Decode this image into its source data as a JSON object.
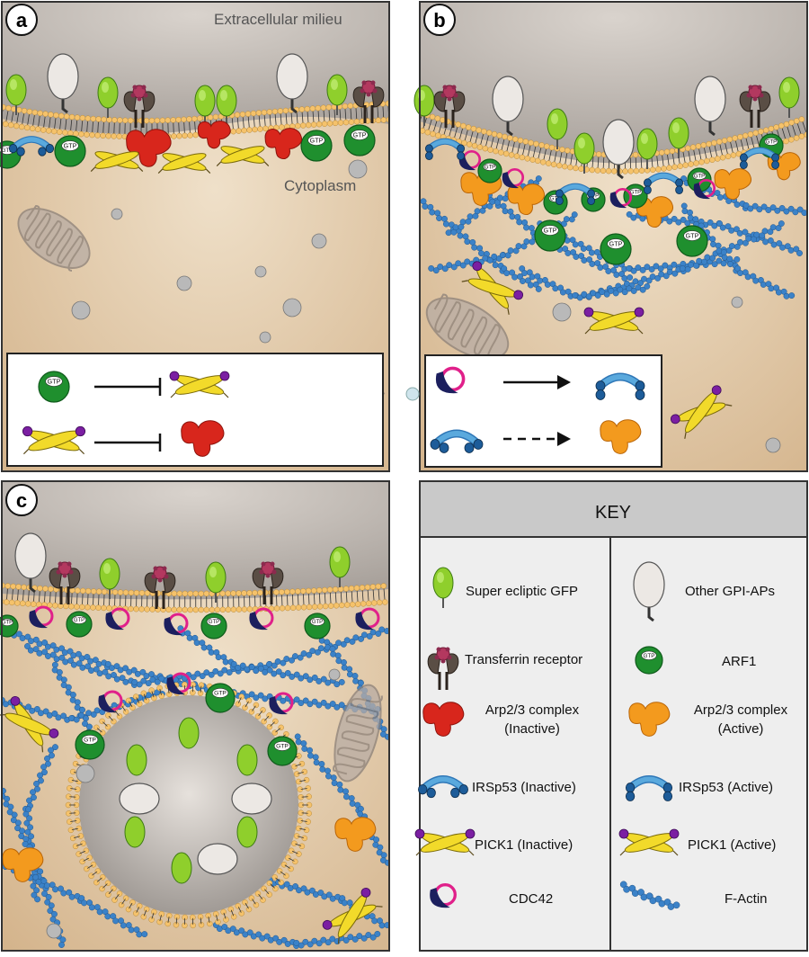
{
  "panels": [
    {
      "letter": "a",
      "labels": {
        "top": "Extracellular milieu",
        "bottom": "Cytoplasm"
      }
    },
    {
      "letter": "b"
    },
    {
      "letter": "c"
    }
  ],
  "molecule_text": {
    "gtp": "GTP"
  },
  "key": {
    "title": "KEY",
    "left": [
      {
        "label": "Super ecliptic GFP",
        "icon": "gfp-icon"
      },
      {
        "label": "Transferrin receptor",
        "icon": "transferrin-receptor-icon"
      },
      {
        "label_lines": [
          "Arp2/3 complex",
          "(Inactive)"
        ],
        "icon": "arp23-inactive-icon"
      },
      {
        "label": "IRSp53 (Inactive)",
        "icon": "irsp53-inactive-icon"
      },
      {
        "label": "PICK1 (Inactive)",
        "icon": "pick1-inactive-icon"
      },
      {
        "label": "CDC42",
        "icon": "cdc42-icon"
      }
    ],
    "right": [
      {
        "label": "Other GPI-APs",
        "icon": "gpi-ap-icon"
      },
      {
        "label": "ARF1",
        "icon": "arf1-icon"
      },
      {
        "label_lines": [
          "Arp2/3 complex",
          "(Active)"
        ],
        "icon": "arp23-active-icon"
      },
      {
        "label": "IRSp53 (Active)",
        "icon": "irsp53-active-icon"
      },
      {
        "label": "PICK1 (Active)",
        "icon": "pick1-active-icon"
      },
      {
        "label": "F-Actin",
        "icon": "f-actin-icon"
      }
    ]
  },
  "colors": {
    "cytoplasm": "#e2c9a6",
    "extracellular": "#c7bfb8",
    "gfp": "#8fcf2c",
    "arf1": "#1f8f2e",
    "arp_inactive": "#d8261c",
    "arp_active": "#f39a1e",
    "irsp53": "#5aa9dd",
    "irsp53_dark": "#1d5c99",
    "pick1": "#f2da2a",
    "pick1_head": "#7b1fa2",
    "cdc42_pink": "#e0208a",
    "cdc42_navy": "#1c1f5e",
    "actin": "#3b82c8",
    "lipid_head": "#f5c26b"
  }
}
